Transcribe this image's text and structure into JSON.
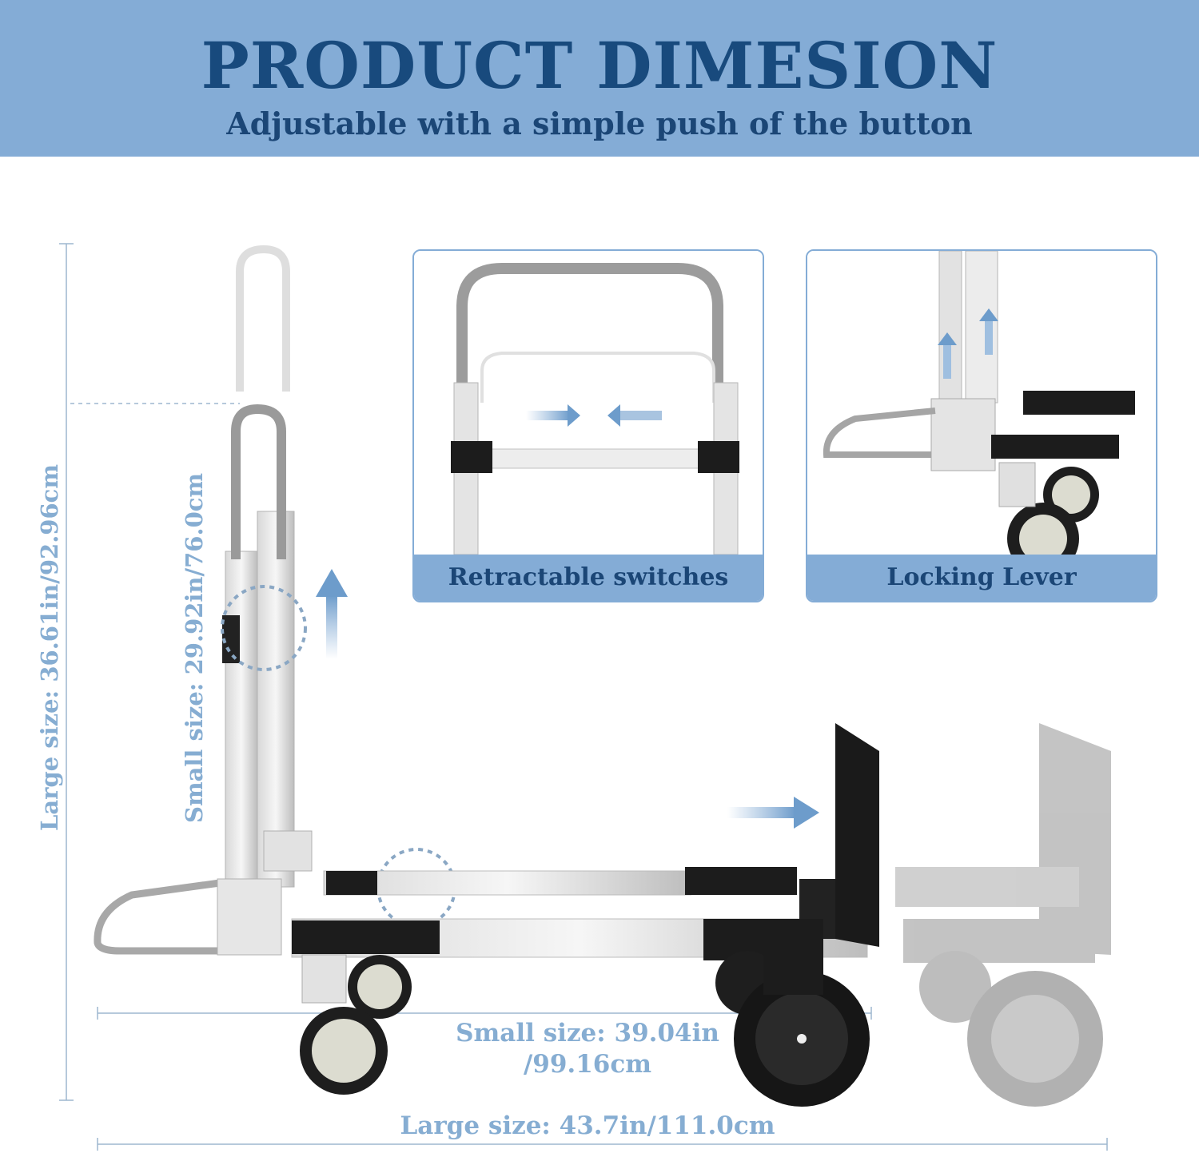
{
  "header": {
    "title": "PRODUCT DIMESION",
    "subtitle": "Adjustable with a simple push of the button"
  },
  "panels": [
    {
      "caption": "Retractable switches"
    },
    {
      "caption": "Locking Lever"
    }
  ],
  "dimensions": {
    "large_height": "Large size: 36.61in/92.96cm",
    "small_height": "Small size: 29.92in/76.0cm",
    "small_length_line1": "Small size: 39.04in",
    "small_length_line2": "/99.16cm",
    "large_length": "Large size: 43.7in/111.0cm"
  },
  "colors": {
    "banner": "#84acd6",
    "title": "#184a7d",
    "dimension_text": "#86add2"
  }
}
